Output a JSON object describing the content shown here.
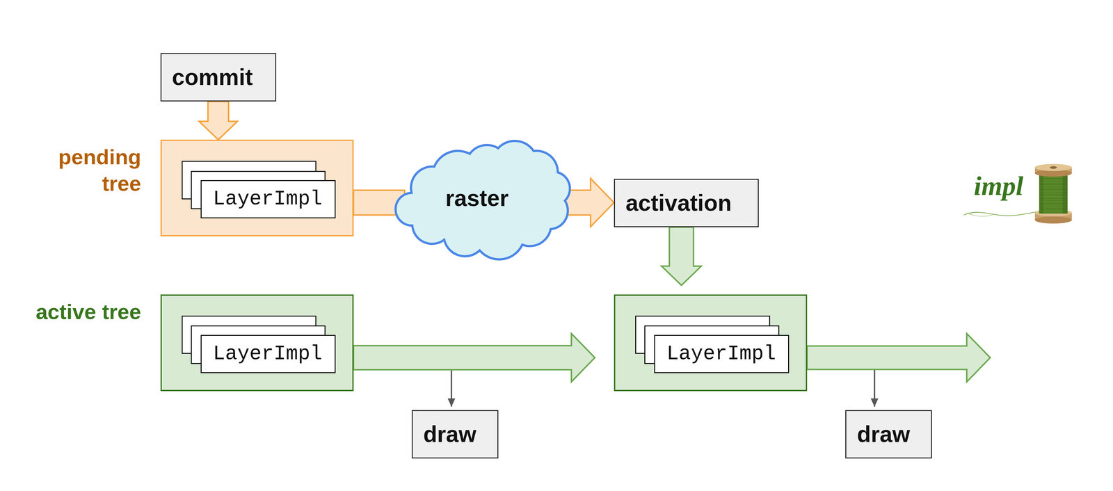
{
  "diagram": {
    "nodes": [
      {
        "text": [
          "commit"
        ]
      },
      {
        "text": [
          "pending tree"
        ]
      },
      {
        "text": [
          "LayerImpl"
        ],
        "in": 1
      },
      {
        "text": [
          "raster"
        ]
      },
      {
        "text": [
          "activation"
        ]
      },
      {
        "text": [
          "active tree"
        ]
      },
      {
        "text": [
          "LayerImpl"
        ],
        "in": 5
      },
      {
        "text": [
          "draw"
        ]
      },
      {
        "text": []
      },
      {
        "text": [
          "LayerImpl"
        ],
        "in": 8
      },
      {
        "text": [
          "draw"
        ]
      }
    ],
    "edges": [
      {
        "from": 0,
        "to": 1,
        "arrow": "to"
      },
      {
        "from": 1,
        "to": 3,
        "arrow": "none"
      },
      {
        "from": 3,
        "to": 4,
        "arrow": "to"
      },
      {
        "from": 4,
        "to": 8,
        "arrow": "to"
      },
      {
        "from": 5,
        "to": 8,
        "arrow": "to"
      },
      {
        "from": 5,
        "to": 7,
        "arrow": "to"
      },
      {
        "from": 8,
        "to": 10,
        "arrow": "to"
      }
    ],
    "labels": [
      "impl"
    ]
  }
}
